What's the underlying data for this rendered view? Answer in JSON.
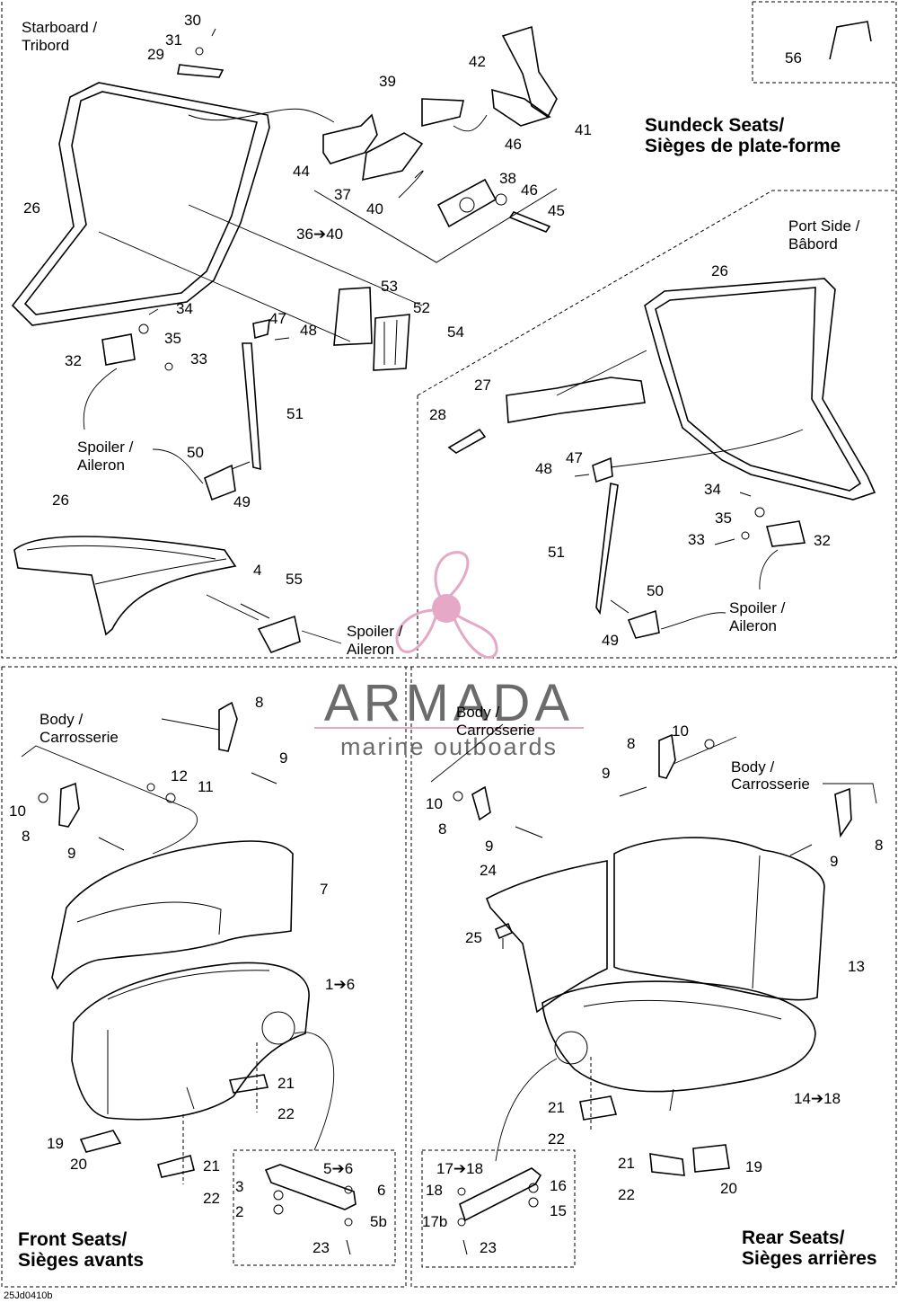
{
  "watermark": {
    "brand": "ARMADA",
    "tagline": "marine outboards",
    "logo_color": "#e5a8c6",
    "text_color": "#6b6b6b"
  },
  "sections": {
    "sundeck": {
      "title_line1": "Sundeck Seats/",
      "title_line2": "Sièges de plate-forme",
      "starboard_line1": "Starboard /",
      "starboard_line2": "Tribord",
      "port_line1": "Port Side /",
      "port_line2": "Bâbord",
      "spoiler_line1": "Spoiler /",
      "spoiler_line2": "Aileron"
    },
    "front": {
      "title_line1": "Front Seats/",
      "title_line2": "Sièges avants",
      "body_line1": "Body /",
      "body_line2": "Carrosserie"
    },
    "rear": {
      "title_line1": "Rear Seats/",
      "title_line2": "Sièges arrières",
      "body_line1": "Body /",
      "body_line2": "Carrosserie"
    }
  },
  "drawing_code": "25Jd0410b",
  "part_labels": {
    "p30": "30",
    "p31": "31",
    "p29": "29",
    "p42": "42",
    "p39": "39",
    "p41": "41",
    "p46a": "46",
    "p44": "44",
    "p37": "37",
    "p38": "38",
    "p46b": "46",
    "p40": "40",
    "p45": "45",
    "p36": "36➔40",
    "p26a": "26",
    "p53": "53",
    "p52": "52",
    "p54": "54",
    "p34a": "34",
    "p47a": "47",
    "p48a": "48",
    "p35a": "35",
    "p32a": "32",
    "p33a": "33",
    "p51a": "51",
    "p50a": "50",
    "p49a": "49",
    "p26c": "26",
    "p4": "4",
    "p55": "55",
    "p56": "56",
    "p26b": "26",
    "p27": "27",
    "p28": "28",
    "p47b": "47",
    "p48b": "48",
    "p34b": "34",
    "p35b": "35",
    "p33b": "33",
    "p32b": "32",
    "p51b": "51",
    "p50b": "50",
    "p49b": "49",
    "f8a": "8",
    "f9a": "9",
    "f12": "12",
    "f11": "11",
    "f10": "10",
    "f8b": "8",
    "f9b": "9",
    "f7": "7",
    "f1": "1➔6",
    "f21a": "21",
    "f22a": "22",
    "f19": "19",
    "f20": "20",
    "f21b": "21",
    "f22b": "22",
    "f5": "5➔6",
    "f3": "3",
    "f6": "6",
    "f2": "2",
    "f5b": "5b",
    "f23": "23",
    "r10a": "10",
    "r8a": "8",
    "r9a": "9",
    "r10b": "10",
    "r8b": "8",
    "r9b": "9",
    "r9c": "9",
    "r8c": "8",
    "r24": "24",
    "r25": "25",
    "r13": "13",
    "r14": "14➔18",
    "r21a": "21",
    "r22a": "22",
    "r21b": "21",
    "r22b": "22",
    "r19": "19",
    "r20": "20",
    "r17": "17➔18",
    "r18": "18",
    "r16": "16",
    "r15": "15",
    "r17b": "17b",
    "r23": "23"
  }
}
